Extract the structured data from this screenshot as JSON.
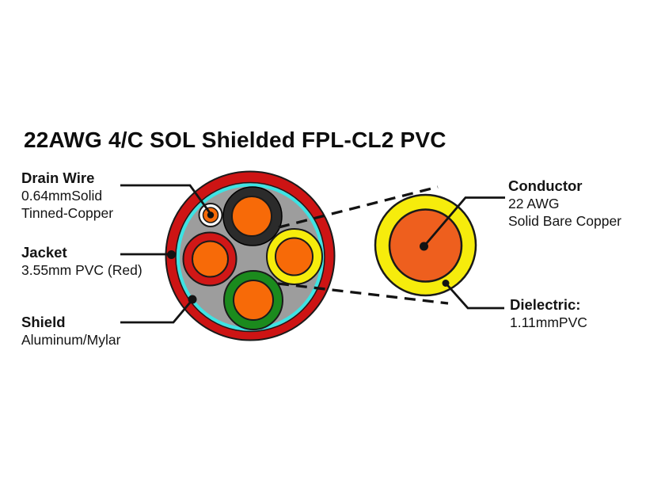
{
  "title": "22AWG 4/C SOL Shielded FPL-CL2 PVC",
  "labels": {
    "drain_wire": {
      "title": "Drain Wire",
      "desc1": "0.64mmSolid",
      "desc2": "Tinned-Copper"
    },
    "jacket": {
      "title": "Jacket",
      "desc1": "3.55mm PVC (Red)"
    },
    "shield": {
      "title": "Shield",
      "desc1": "Aluminum/Mylar"
    },
    "conductor": {
      "title": "Conductor",
      "desc1": "22 AWG",
      "desc2": "Solid Bare Copper"
    },
    "dielectric": {
      "title": "Dielectric:",
      "desc1": "1.11mmPVC"
    }
  },
  "colors": {
    "jacket_red": "#cd1414",
    "shield_cyan": "#3ce4e4",
    "filler_gray": "#9d9d9d",
    "insulation_black": "#2b2b2b",
    "insulation_red": "#d01717",
    "insulation_green": "#1b8a1d",
    "dielectric_yellow": "#f6ec0c",
    "copper_orange": "#f76a08",
    "copper_orange_large": "#ee5f1e",
    "drain_white": "#ffffff",
    "line_black": "#131313"
  }
}
